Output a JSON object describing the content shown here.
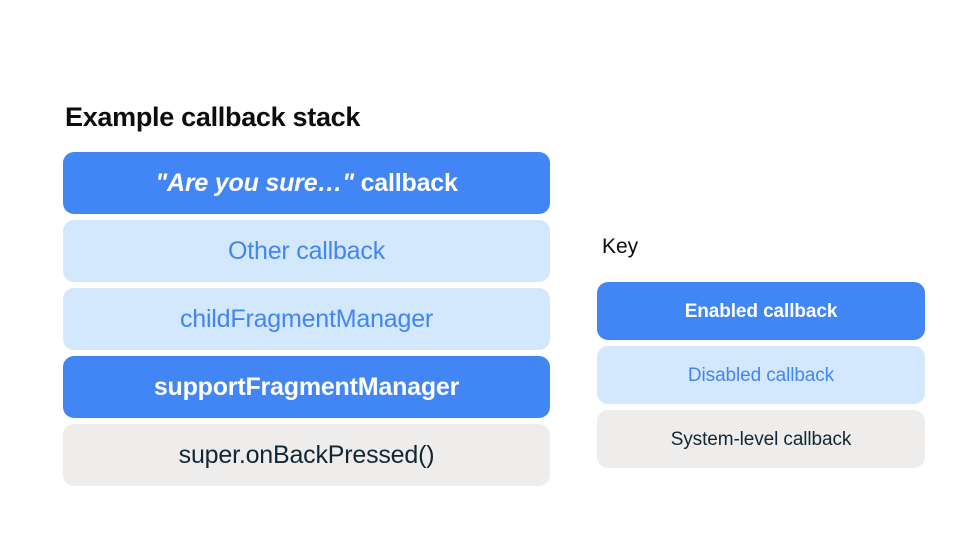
{
  "colors": {
    "enabled_bg": "#4285F4",
    "enabled_text": "#ffffff",
    "disabled_bg": "#d3e8fd",
    "disabled_text": "#4285F4",
    "system_bg": "#eeedec",
    "system_text": "#122733",
    "page_bg": "#ffffff",
    "heading_text": "#0d0d0d"
  },
  "stack": {
    "title": "Example callback stack",
    "rows": [
      {
        "label": "\"Are you sure…\" callback",
        "quoted_part": "\"Are you sure…\"",
        "plain_part": " callback",
        "state": "enabled"
      },
      {
        "label": "Other callback",
        "state": "disabled"
      },
      {
        "label": "childFragmentManager",
        "state": "disabled"
      },
      {
        "label": "supportFragmentManager",
        "state": "enabled"
      },
      {
        "label": "super.onBackPressed()",
        "state": "system"
      }
    ]
  },
  "key": {
    "title": "Key",
    "rows": [
      {
        "label": "Enabled callback",
        "state": "enabled"
      },
      {
        "label": "Disabled callback",
        "state": "disabled"
      },
      {
        "label": "System-level callback",
        "state": "system"
      }
    ]
  }
}
